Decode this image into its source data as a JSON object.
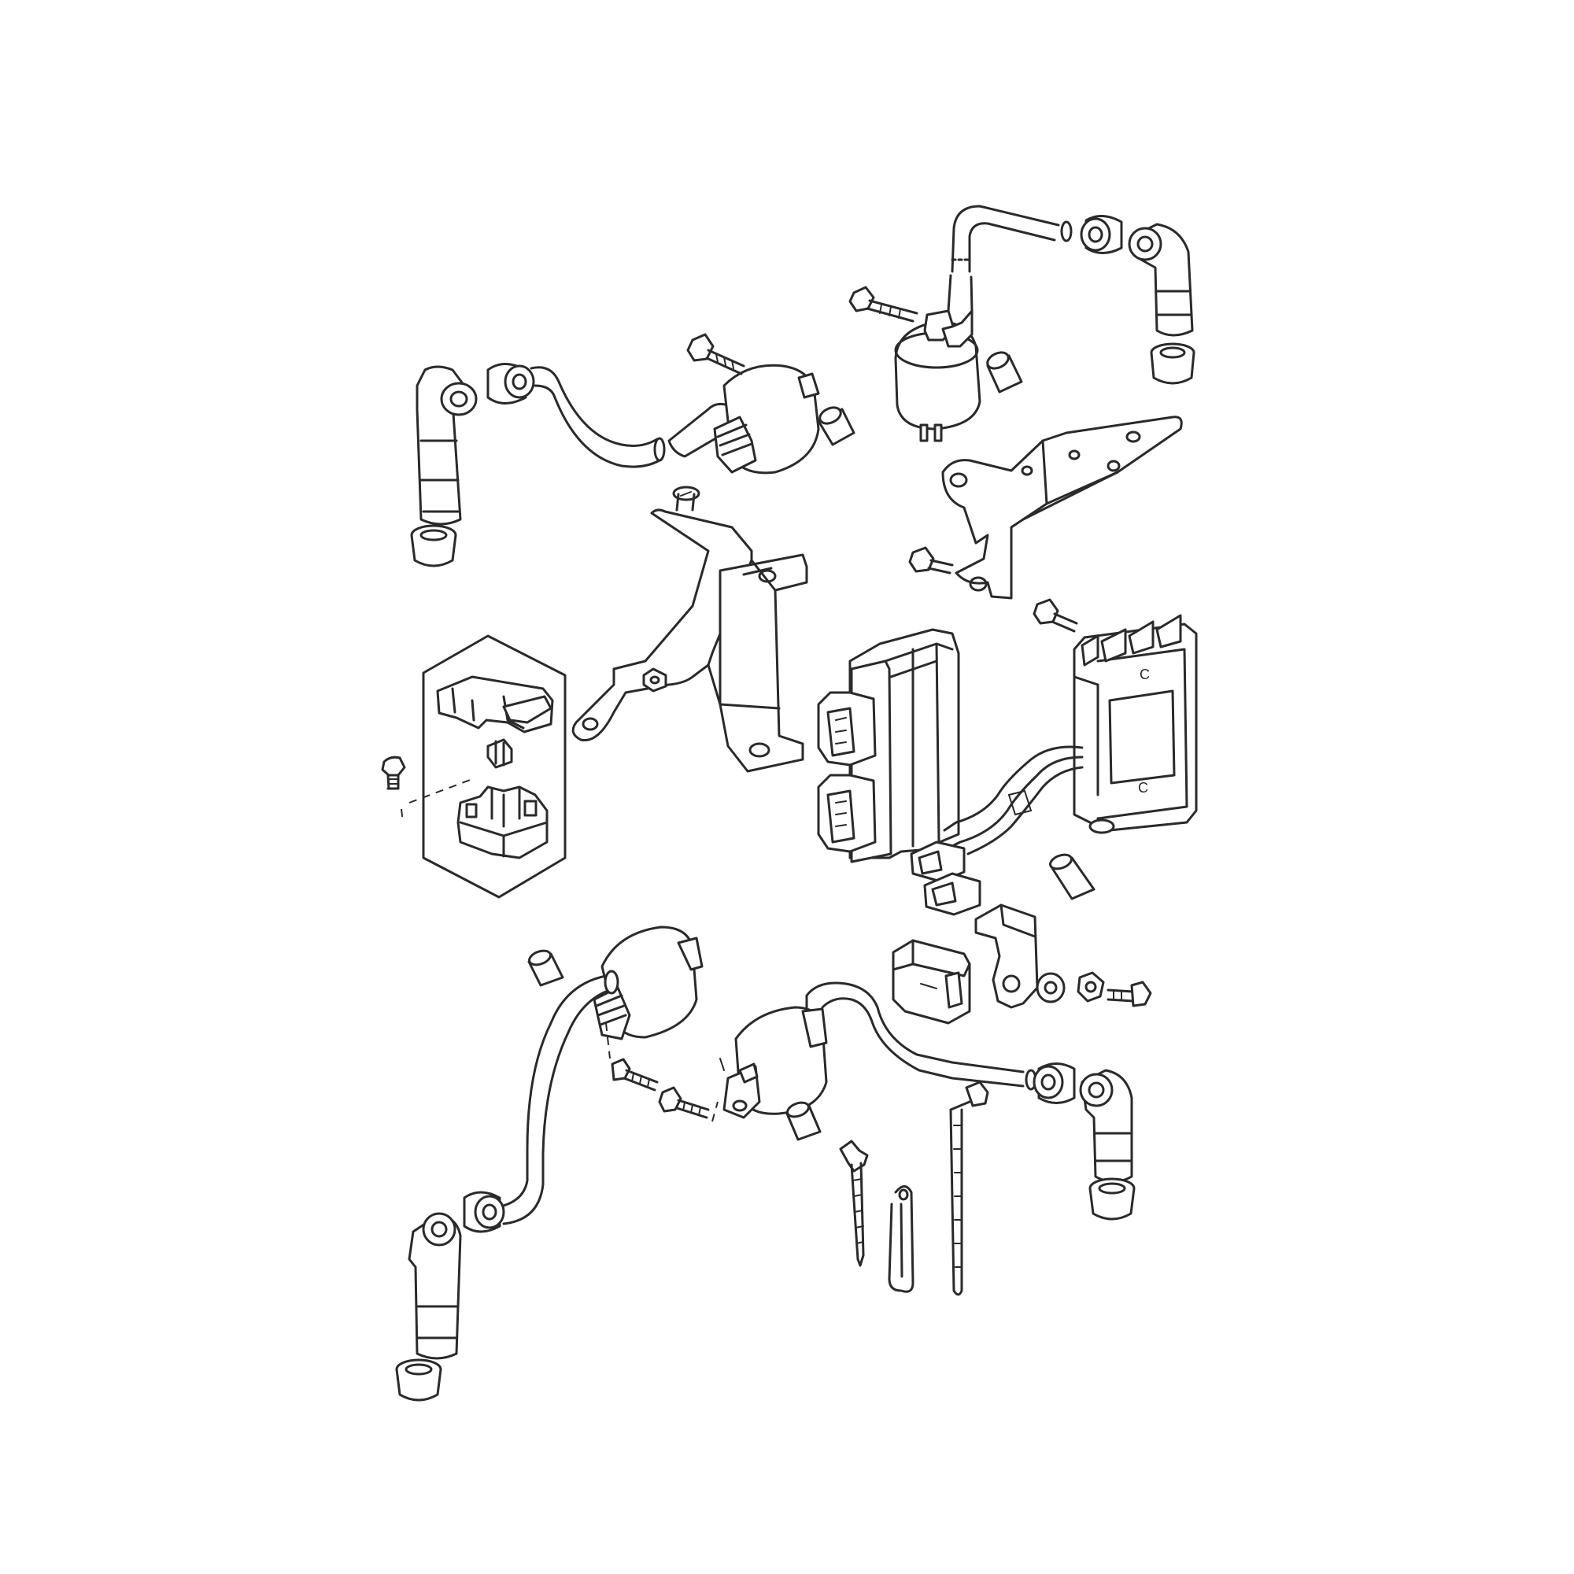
{
  "diagram": {
    "type": "exploded parts diagram",
    "line_color": "#2a2a2a",
    "background": "#ffffff",
    "module_marks": [
      "C",
      "C"
    ]
  }
}
